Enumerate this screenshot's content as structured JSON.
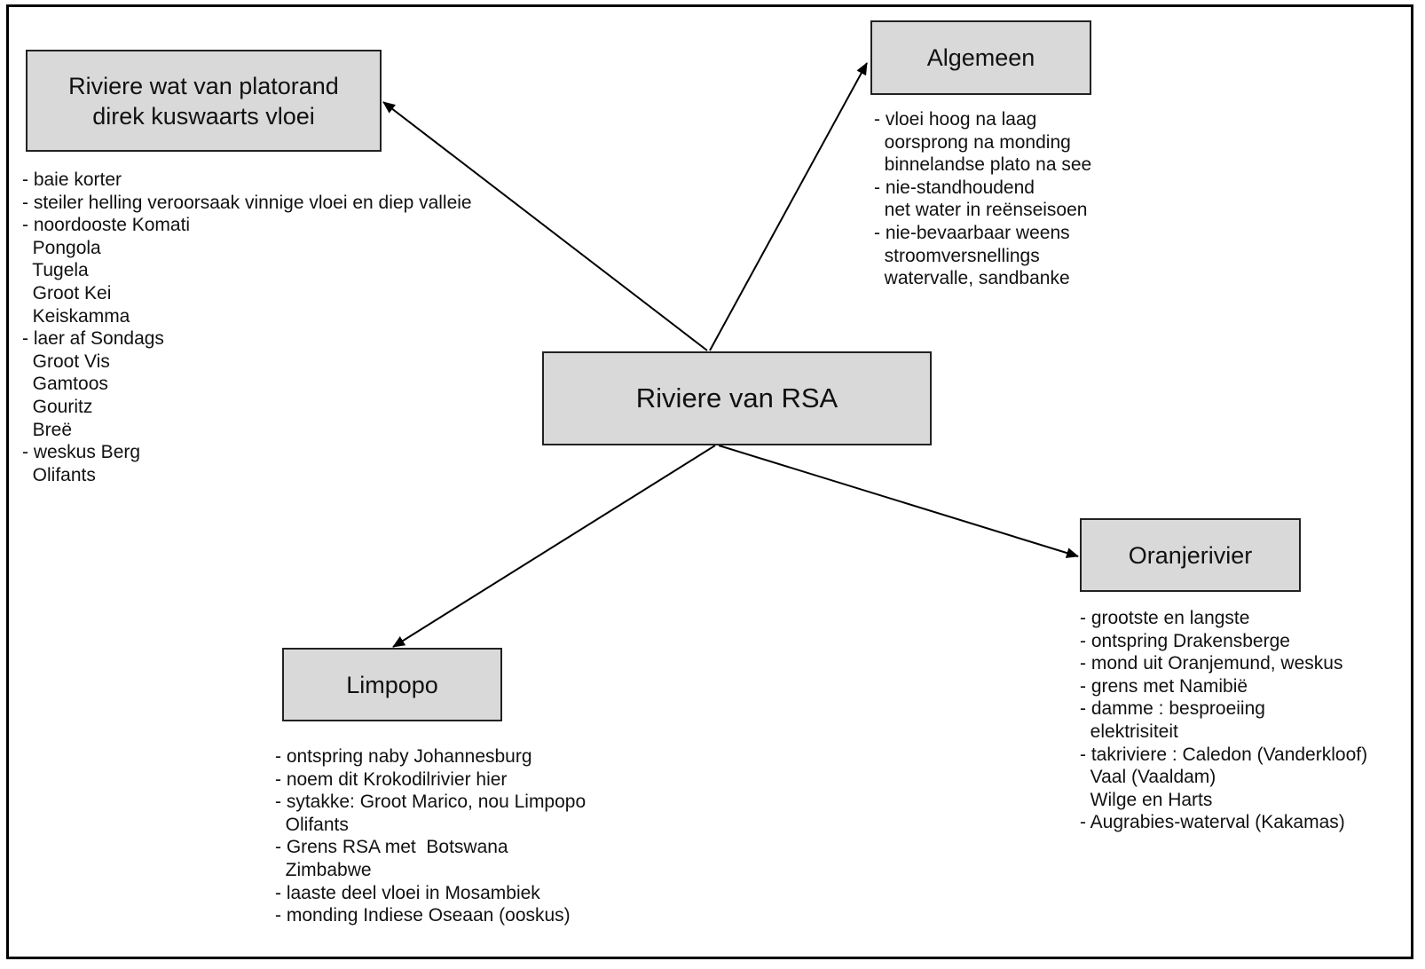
{
  "nodes": {
    "platorand": "Riviere wat van platorand\ndirek kuswaarts vloei",
    "algemeen": "Algemeen",
    "center": "Riviere van RSA",
    "oranje": "Oranjerivier",
    "limpopo": "Limpopo"
  },
  "notes": {
    "platorand": [
      "- baie korter",
      "- steiler helling veroorsaak vinnige vloei en diep valleie",
      "- noordooste Komati",
      "  Pongola",
      "  Tugela",
      "  Groot Kei",
      "  Keiskamma",
      "- laer af Sondags",
      "  Groot Vis",
      "  Gamtoos",
      "  Gouritz",
      "  Breë",
      "- weskus Berg",
      "  Olifants"
    ],
    "algemeen": [
      "- vloei hoog na laag",
      "  oorsprong na monding",
      "  binnelandse plato na see",
      "- nie-standhoudend",
      "  net water in reënseisoen",
      "- nie-bevaarbaar weens",
      "  stroomversnellings",
      "  watervalle, sandbanke"
    ],
    "oranje": [
      "- grootste en langste",
      "- ontspring Drakensberge",
      "- mond uit Oranjemund, weskus",
      "- grens met Namibië",
      "- damme : besproeiing",
      "  elektrisiteit",
      "- takriviere : Caledon (Vanderkloof)",
      "  Vaal (Vaaldam)",
      "  Wilge en Harts",
      "- Augrabies-waterval (Kakamas)"
    ],
    "limpopo": [
      "- ontspring naby Johannesburg",
      "- noem dit Krokodilrivier hier",
      "- sytakke: Groot Marico, nou Limpopo",
      "  Olifants",
      "- Grens RSA met  Botswana",
      "  Zimbabwe",
      "- laaste deel vloei in Mosambiek",
      "- monding Indiese Oseaan (ooskus)"
    ]
  },
  "colors": {
    "node_fill": "#d9d9d9",
    "border": "#222222",
    "arrow": "#000000"
  }
}
